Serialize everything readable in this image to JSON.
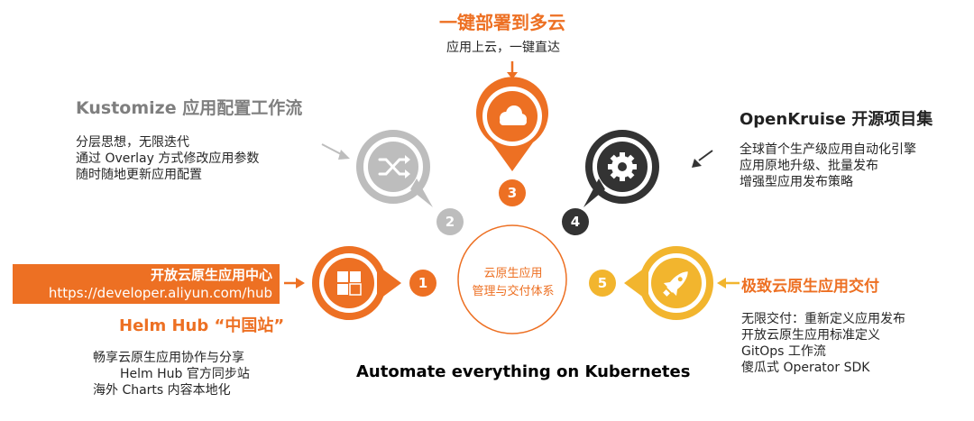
{
  "top": {
    "title": "一键部署到多云",
    "desc": "应用上云，一键直达",
    "number": "3"
  },
  "kustomize": {
    "title": "Kustomize 应用配置工作流",
    "lines": [
      "分层思想，无限迭代",
      "通过 Overlay 方式修改应用参数",
      "随时随地更新应用配置"
    ],
    "number": "2"
  },
  "openkruise": {
    "title": "OpenKruise 开源项目集",
    "lines": [
      "全球首个生产级应用自动化引擎",
      "应用原地升级、批量发布",
      "增强型应用发布策略"
    ],
    "number": "4"
  },
  "hub": {
    "banner_line1": "开放云原生应用中心",
    "banner_line2": "https://developer.aliyun.com/hub",
    "title": "Helm Hub “中国站”",
    "lines": [
      "畅享云原生应用协作与分享",
      "Helm Hub 官方同步站",
      "海外 Charts 内容本地化"
    ],
    "number": "1"
  },
  "delivery": {
    "title": "极致云原生应用交付",
    "lines": [
      "无限交付：重新定义应用发布",
      "开放云原生应用标准定义",
      "GitOps 工作流",
      "傻瓜式 Operator SDK"
    ],
    "number": "5"
  },
  "center": {
    "line1": "云原生应用",
    "line2": "管理与交付体系"
  },
  "tagline": "Automate everything on Kubernetes",
  "icons": [
    "cloud-icon",
    "shuffle-icon",
    "gear-icon",
    "app-grid-icon",
    "rocket-icon"
  ],
  "colors": {
    "orange": "#ed7023",
    "gray": "#b9b9b9",
    "dark": "#333333",
    "yellow": "#f2b52e"
  }
}
